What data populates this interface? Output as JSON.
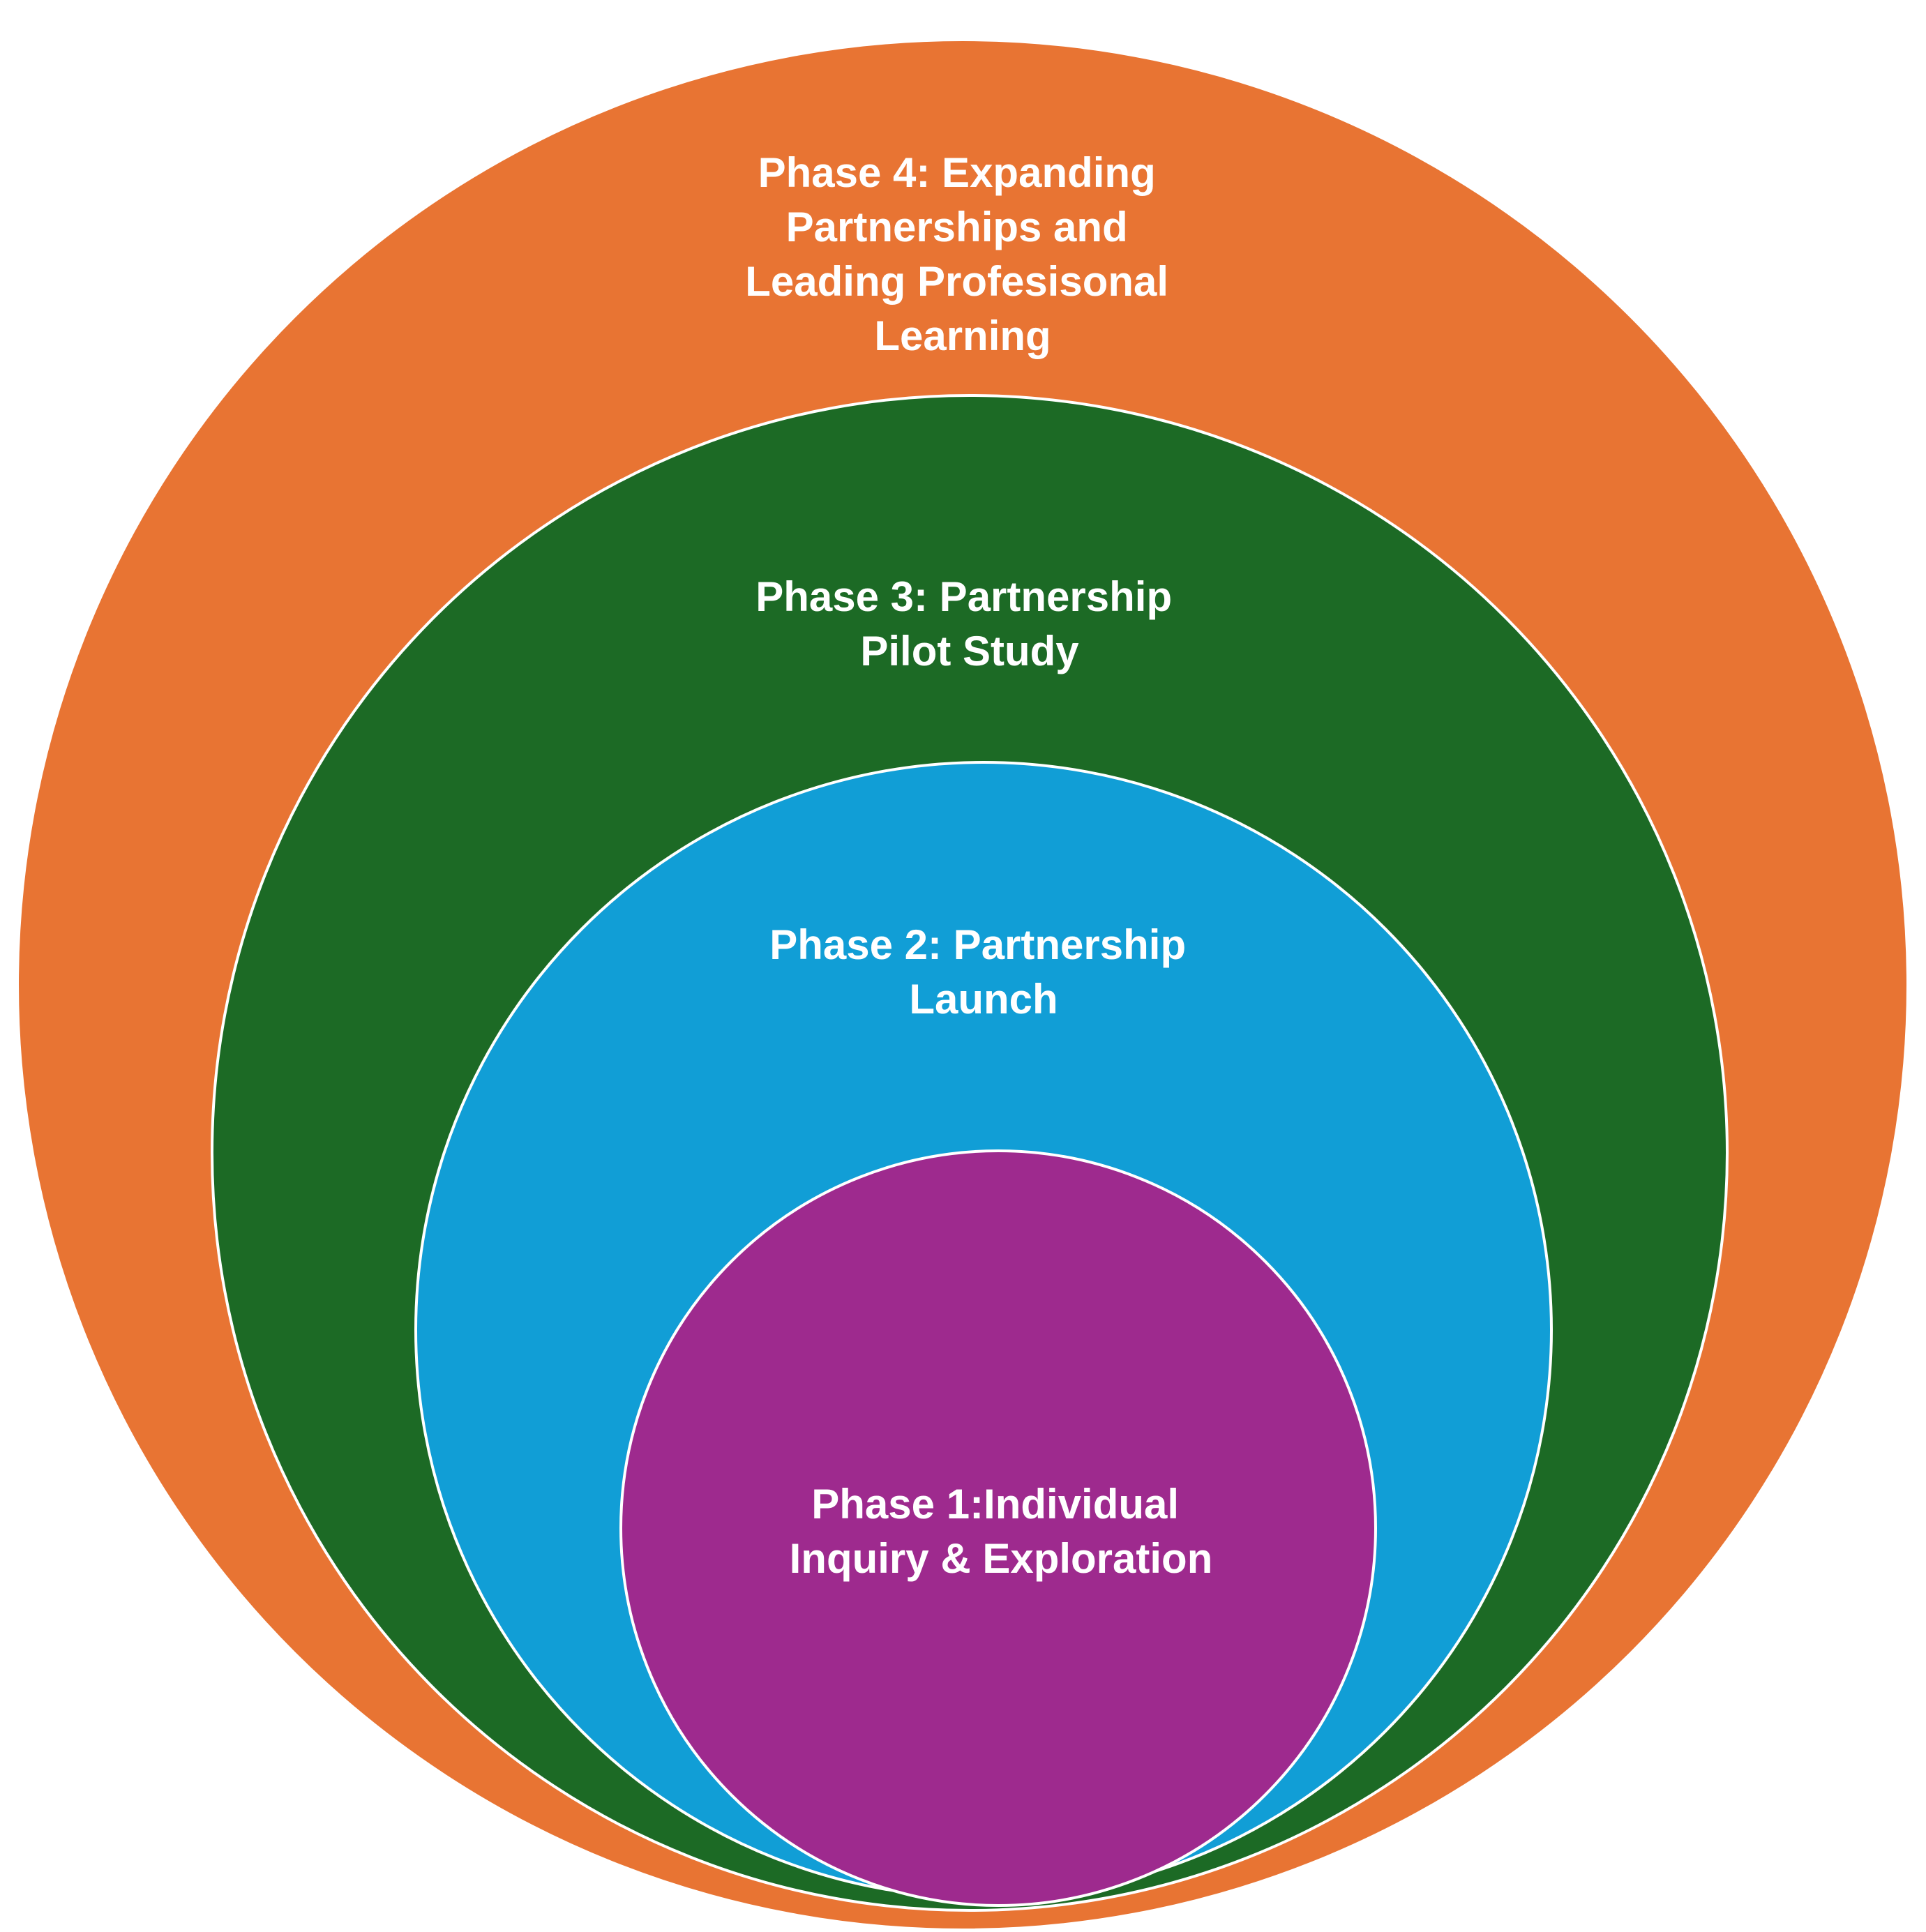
{
  "diagram": {
    "type": "nested-circles",
    "phases": [
      {
        "id": "phase-4",
        "label_lines": [
          "Phase 4: Expanding",
          "Partnerships and",
          "Leading Profesisonal",
          "Learning"
        ],
        "color": "#E87433"
      },
      {
        "id": "phase-3",
        "label_lines": [
          "Phase 3: Partnership",
          "Pilot Study"
        ],
        "color": "#1C6A25"
      },
      {
        "id": "phase-2",
        "label_lines": [
          "Phase 2: Partnership",
          "Launch"
        ],
        "color": "#119ED6"
      },
      {
        "id": "phase-1",
        "label_lines": [
          "Phase 1:Individual",
          "Inquiry & Exploration"
        ],
        "color": "#9E2A8E"
      }
    ],
    "outline_color": "#FFFFFF"
  }
}
